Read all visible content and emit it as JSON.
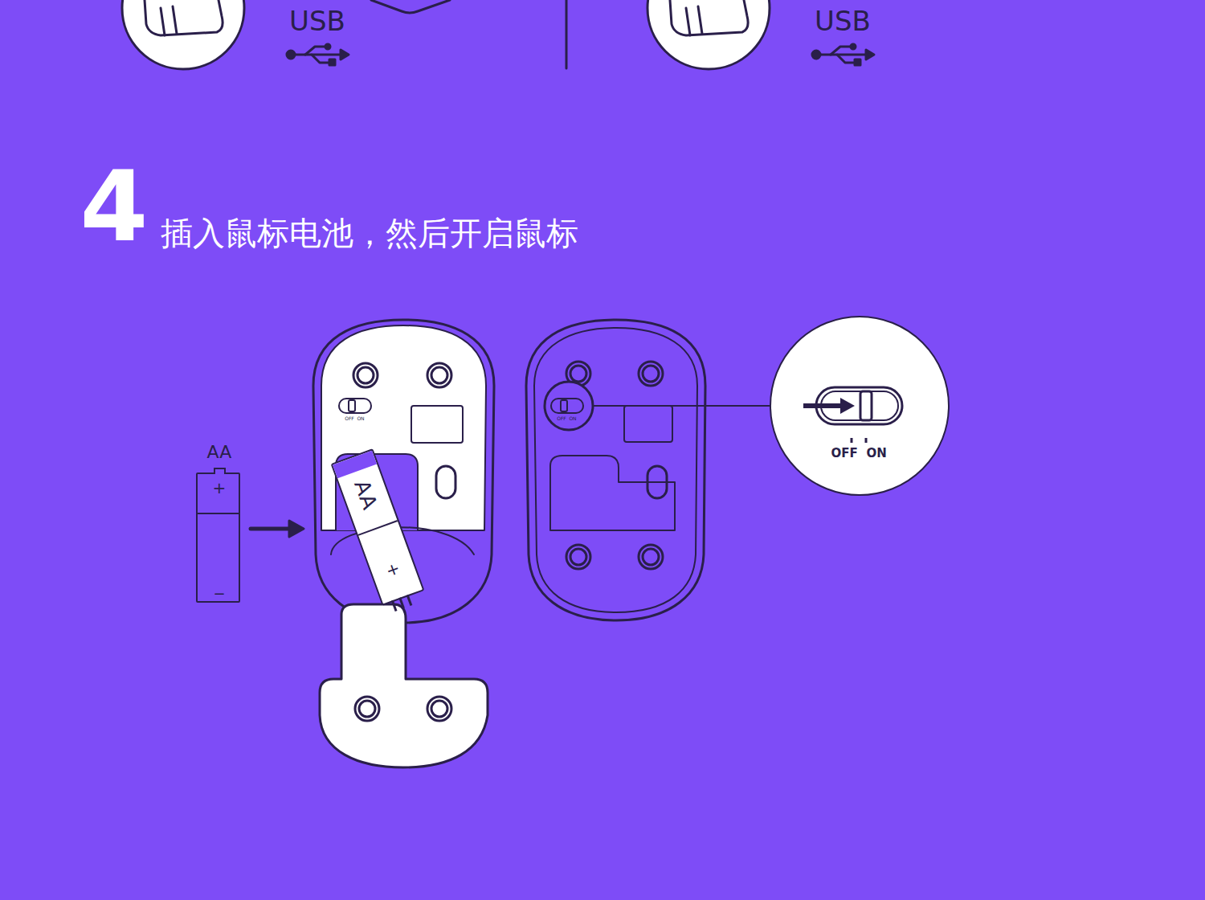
{
  "diagram": {
    "title": "插入鼠标电池，然后开启鼠标",
    "nodes": [
      {
        "text": [
          "AA",
          "+",
          "−"
        ]
      },
      {
        "text": [
          "AA",
          "+"
        ]
      },
      {
        "text": [
          "OFF",
          "ON"
        ]
      }
    ],
    "labels": [
      "USB",
      "USB",
      "4",
      "OFF",
      "ON",
      "OFF",
      "ON"
    ]
  }
}
